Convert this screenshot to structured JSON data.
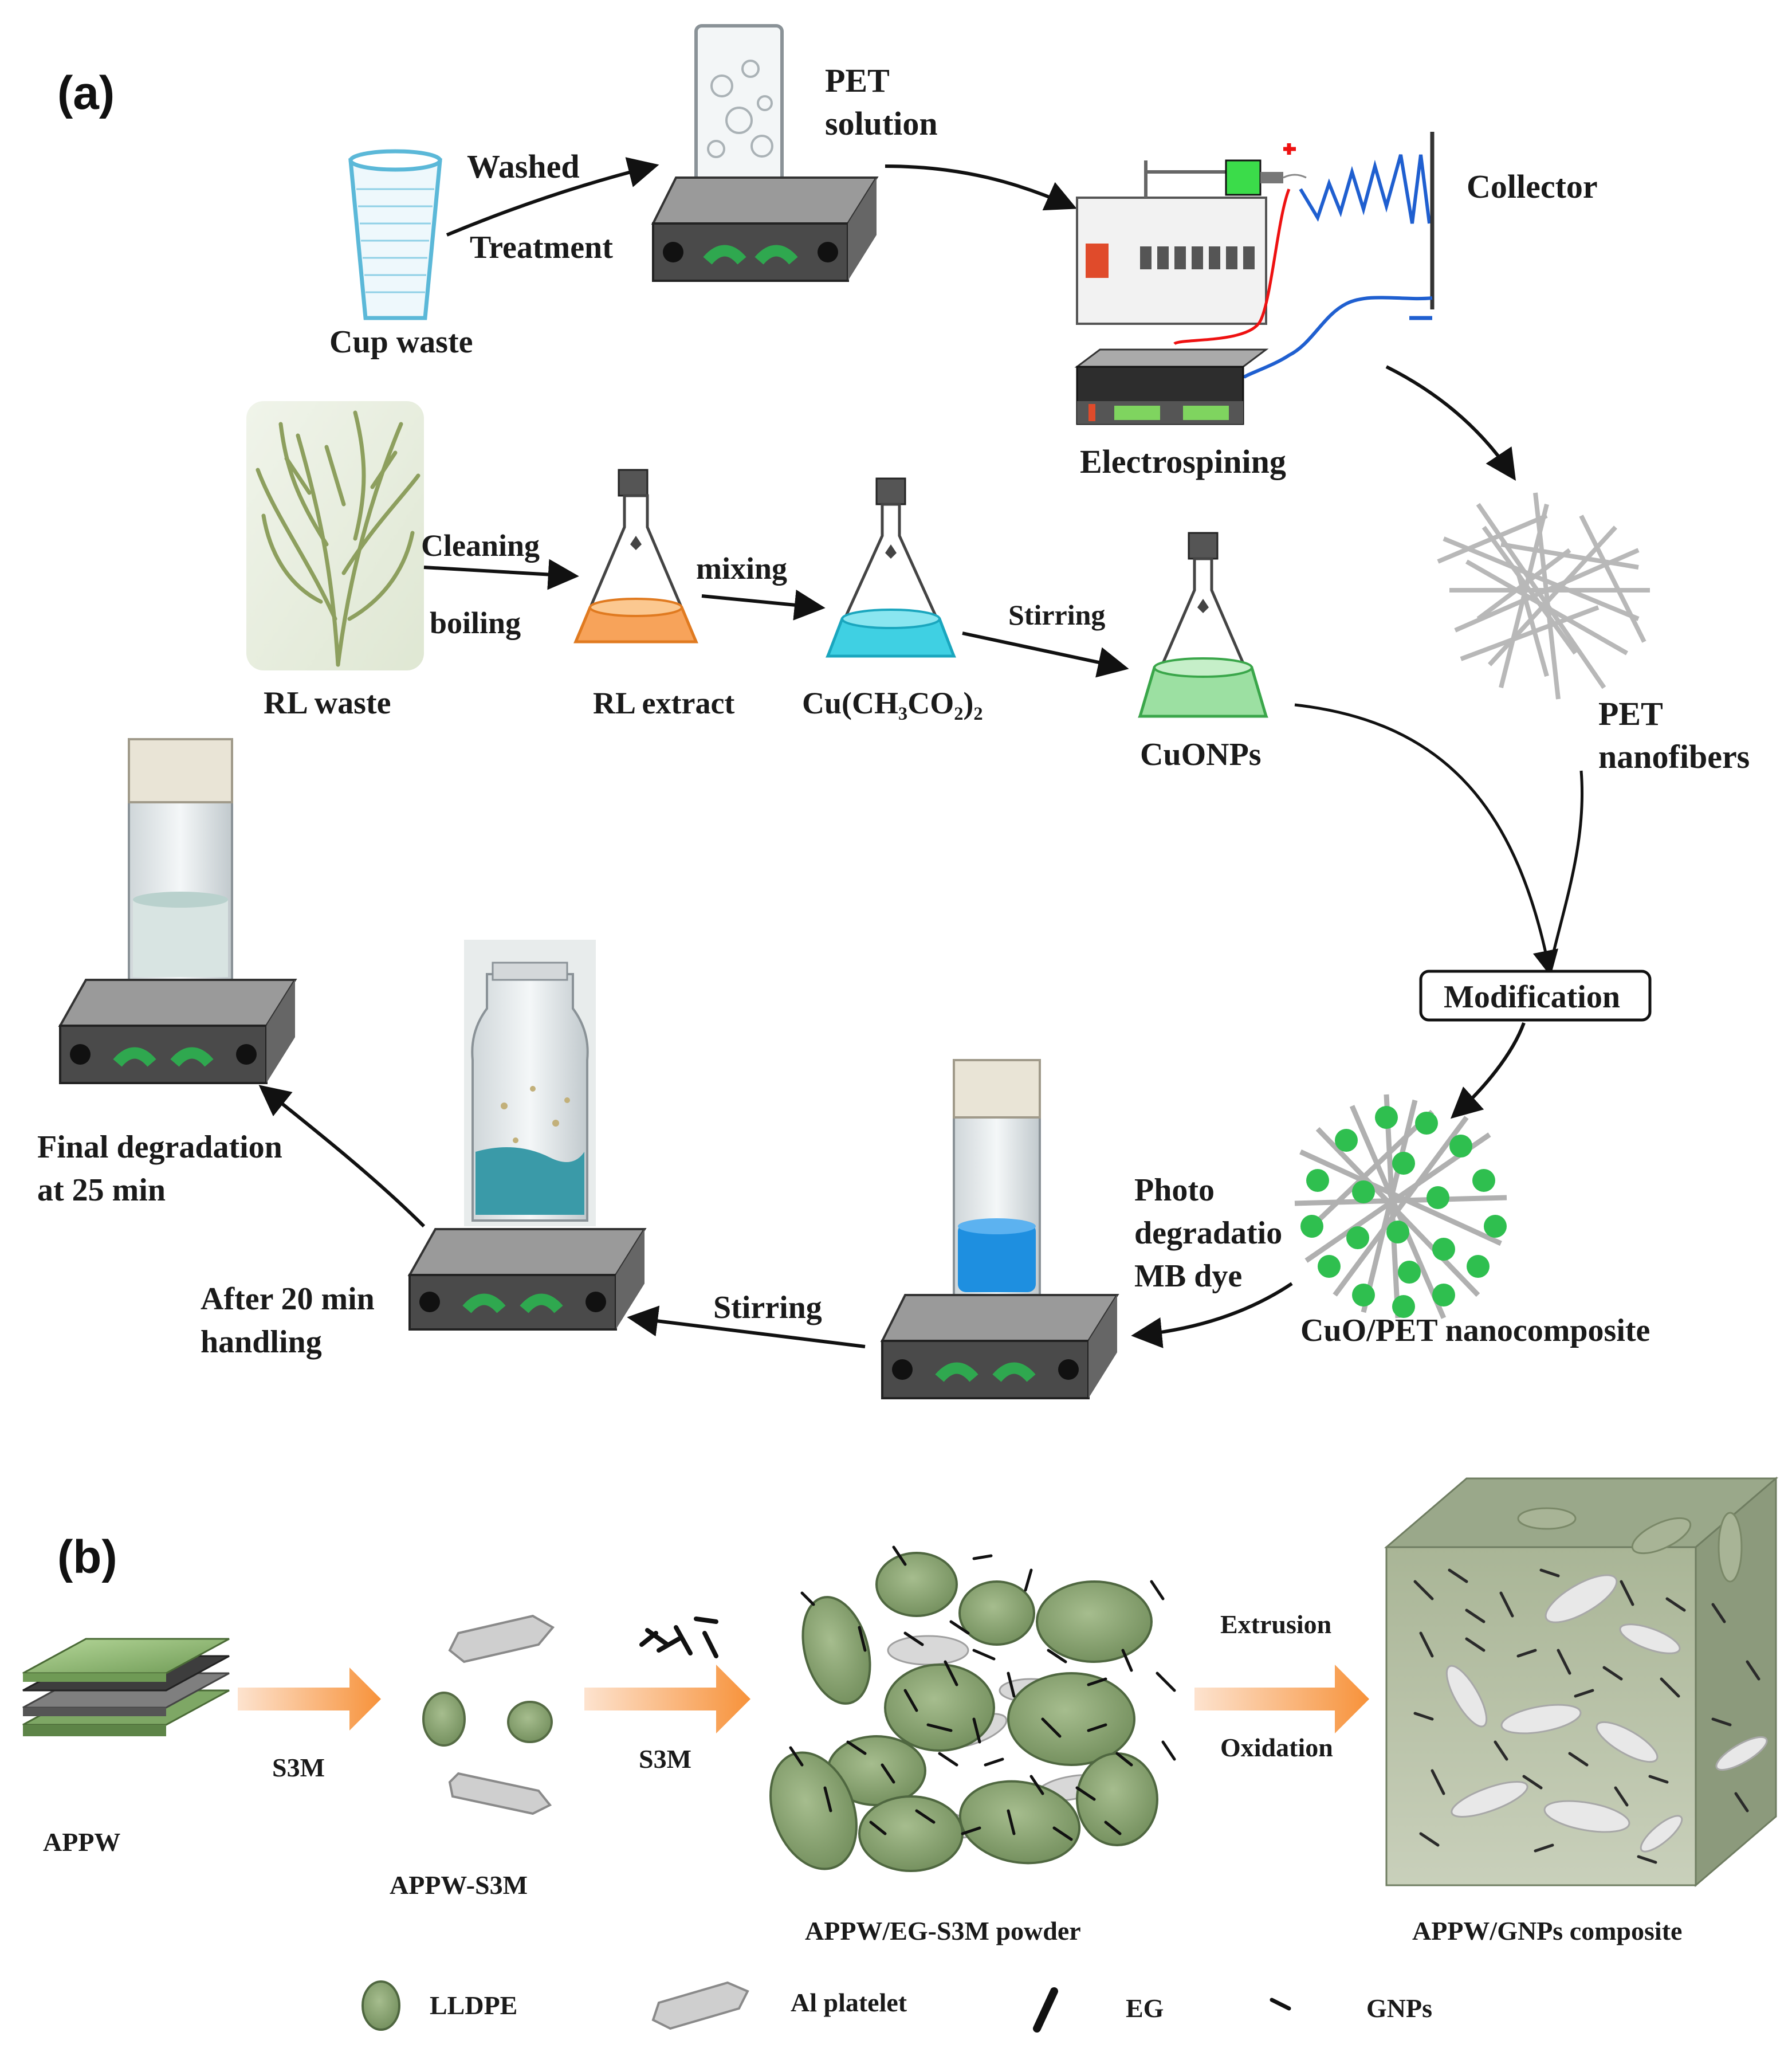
{
  "panel_a": {
    "label": "(a)",
    "cup_label": "Cup waste",
    "arrow_washed": "Washed",
    "arrow_treatment": "Treatment",
    "pet_solution_1": "PET",
    "pet_solution_2": "solution",
    "collector": "Collector",
    "electrospinning": "Electrospining",
    "pet_nanofibers_1": "PET",
    "pet_nanofibers_2": "nanofibers",
    "rl_waste": "RL waste",
    "arrow_cleaning": "Cleaning",
    "arrow_boiling": "boiling",
    "rl_extract": "RL extract",
    "arrow_mixing": "mixing",
    "cu_acetate": "Cu(CH₃CO₂)₂",
    "arrow_stirring_top": "Stirring",
    "cuonps": "CuONPs",
    "modification": "Modification",
    "nanocomposite": "CuO/PET nanocomposite",
    "photo_1": "Photo",
    "photo_2": "degradatio",
    "photo_3": "MB dye",
    "arrow_stirring_bottom": "Stirring",
    "after_1": "After 20 min",
    "after_2": "handling",
    "final_1": "Final degradation",
    "final_2": "at 25 min"
  },
  "panel_b": {
    "label": "(b)",
    "appw": "APPW",
    "s3m_1": "S3M",
    "appw_s3m": "APPW-S3M",
    "s3m_2": "S3M",
    "powder": "APPW/EG-S3M  powder",
    "extrusion": "Extrusion",
    "oxidation": "Oxidation",
    "composite": "APPW/GNPs  composite",
    "legend": {
      "lldpe": "LLDPE",
      "al_platelet": "Al platelet",
      "eg": "EG",
      "gnps": "GNPs"
    }
  },
  "colors": {
    "stirrer_body": "#4a4a4a",
    "stirrer_knob": "#2fa84f",
    "lldpe_green": "#8aa772",
    "arrow_orange": "#f7a05a",
    "mb_blue": "#1e8fe0",
    "electro_blue": "#1f5fd0",
    "cuo_green": "#2fbf4f"
  }
}
